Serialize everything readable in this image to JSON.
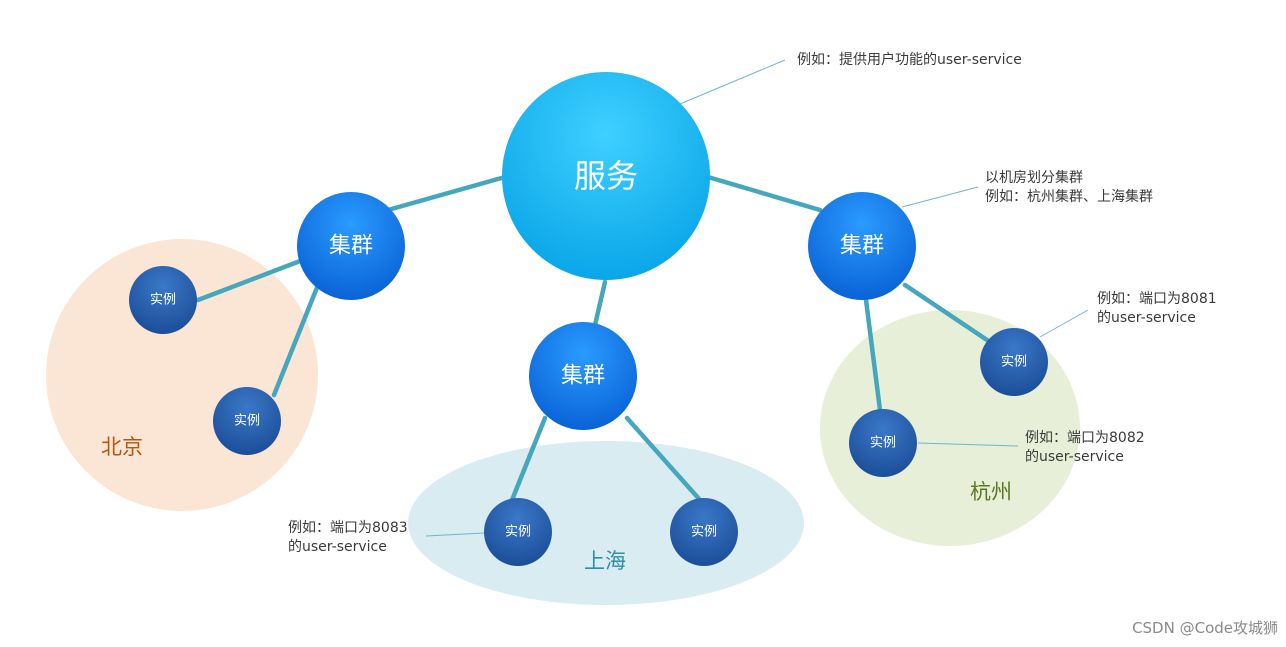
{
  "service": {
    "label": "服务"
  },
  "clusters": [
    {
      "label": "集群"
    },
    {
      "label": "集群"
    },
    {
      "label": "集群"
    }
  ],
  "instances": [
    {
      "label": "实例"
    },
    {
      "label": "实例"
    },
    {
      "label": "实例"
    },
    {
      "label": "实例"
    },
    {
      "label": "实例"
    },
    {
      "label": "实例"
    }
  ],
  "regions": [
    {
      "label": "北京",
      "color": "#b35a10"
    },
    {
      "label": "上海",
      "color": "#2f8fa8"
    },
    {
      "label": "杭州",
      "color": "#5a7a1e"
    }
  ],
  "annotations": {
    "service": [
      "例如：提供用户功能的user-service"
    ],
    "cluster": [
      "以机房划分集群",
      "例如：杭州集群、上海集群"
    ],
    "instance_8081": [
      "例如：端口为8081",
      "的user-service"
    ],
    "instance_8082": [
      "例如：端口为8082",
      "的user-service"
    ],
    "instance_8083": [
      "例如：端口为8083",
      "的user-service"
    ]
  },
  "watermark": "CSDN @Code攻城狮"
}
